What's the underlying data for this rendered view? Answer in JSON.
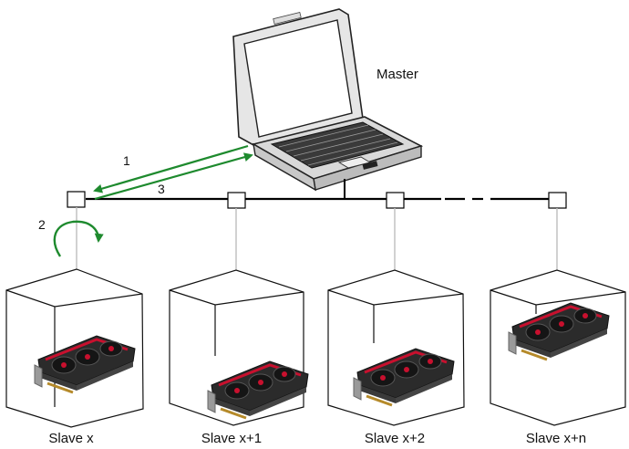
{
  "master": {
    "label": "Master"
  },
  "steps": [
    "1",
    "2",
    "3"
  ],
  "slaves": [
    {
      "label": "Slave x"
    },
    {
      "label": "Slave x+1"
    },
    {
      "label": "Slave x+2"
    },
    {
      "label": "Slave x+n"
    }
  ],
  "colors": {
    "arrow": "#1e8a2e",
    "line": "#000000",
    "drop": "#bdbdbd",
    "gpu_shroud": "#2b2b2b",
    "gpu_accent": "#c8102e"
  },
  "icons": [
    "laptop-icon",
    "gpu-card-icon",
    "node-icon",
    "curved-arrow-icon"
  ]
}
